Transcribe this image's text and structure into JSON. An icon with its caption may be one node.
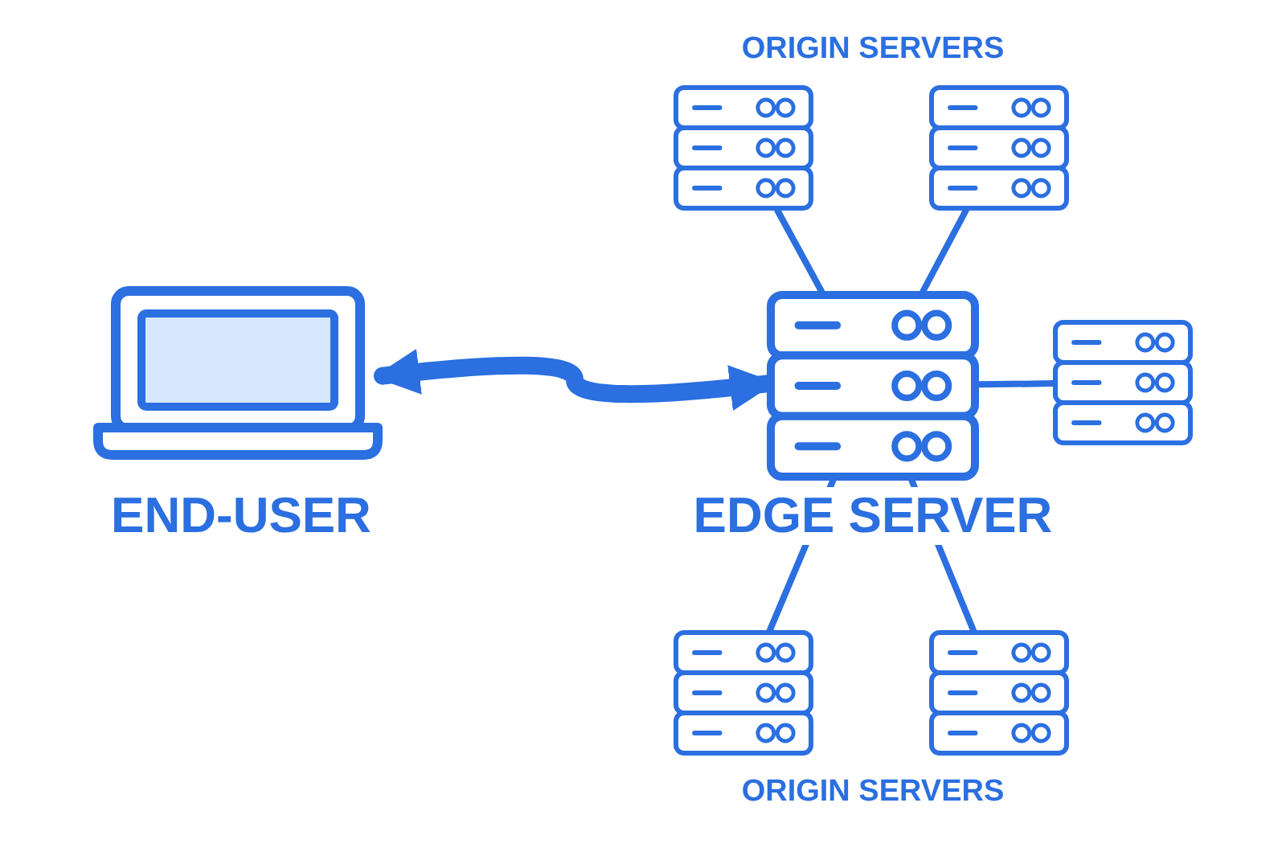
{
  "diagram": {
    "nodes": [
      {
        "text": [],
        "shape": "picture",
        "beside": [
          "END-USER"
        ]
      },
      {
        "text": [],
        "shape": "picture",
        "beside": [
          "EDGE SERVER"
        ]
      },
      {
        "text": [],
        "shape": "picture"
      },
      {
        "text": [],
        "shape": "picture"
      },
      {
        "text": [],
        "shape": "picture"
      },
      {
        "text": [],
        "shape": "picture"
      },
      {
        "text": [],
        "shape": "picture"
      }
    ],
    "edges": [
      {
        "from": 0,
        "to": 1,
        "arrow": "both",
        "style": "thick"
      },
      {
        "from": 1,
        "to": 2,
        "arrow": "none"
      },
      {
        "from": 1,
        "to": 3,
        "arrow": "none"
      },
      {
        "from": 1,
        "to": 4,
        "arrow": "none"
      },
      {
        "from": 1,
        "to": 5,
        "arrow": "none"
      },
      {
        "from": 1,
        "to": 6,
        "arrow": "none"
      }
    ],
    "labels": [
      "ORIGIN SERVERS",
      "ORIGIN SERVERS"
    ]
  }
}
